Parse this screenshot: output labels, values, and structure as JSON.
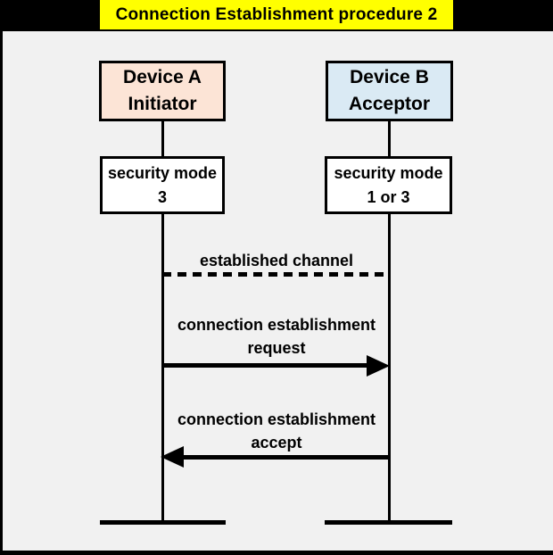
{
  "title": "Connection Establishment procedure 2",
  "colors": {
    "page_bg": "#F1F1F1",
    "header_bg": "#000000",
    "title_bg": "#FFFF00",
    "device_a_fill": "#FCE4D6",
    "device_b_fill": "#DAEAF4",
    "security_fill": "#FFFFFF",
    "line": "#000000"
  },
  "devices": {
    "a": {
      "name": "Device A",
      "role": "Initiator",
      "security_mode_line1": "security mode",
      "security_mode_line2": "3"
    },
    "b": {
      "name": "Device B",
      "role": "Acceptor",
      "security_mode_line1": "security mode",
      "security_mode_line2": "1 or 3"
    }
  },
  "messages": {
    "established_channel": {
      "label": "established channel",
      "line_style": "dashed",
      "direction": "none"
    },
    "request": {
      "label_line1": "connection establishment",
      "label_line2": "request",
      "line_style": "solid",
      "direction": "a-to-b"
    },
    "accept": {
      "label_line1": "connection establishment",
      "label_line2": "accept",
      "line_style": "solid",
      "direction": "b-to-a"
    }
  }
}
